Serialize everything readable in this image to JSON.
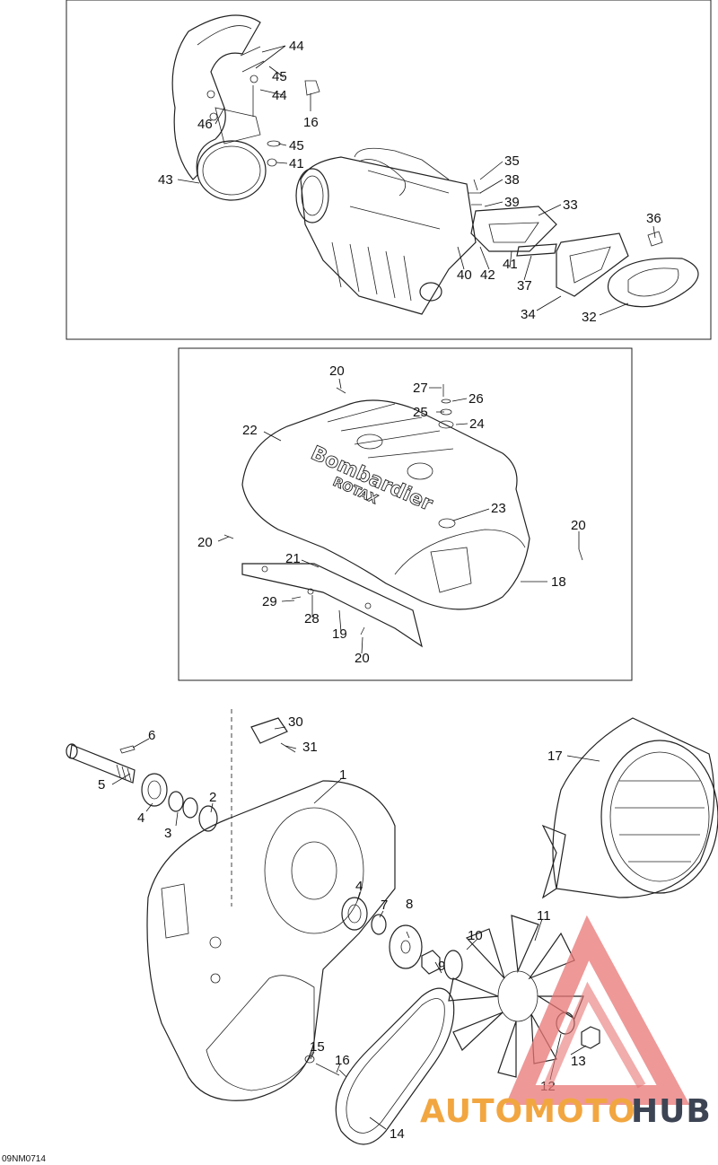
{
  "figure_code": "09NM0714",
  "watermark": {
    "part1": "AUTOMOTO",
    "part2": "HUB"
  },
  "brand": {
    "line1": "Bombardier",
    "line2": "ROTAX"
  },
  "panel_top": {
    "callouts": [
      "44",
      "45",
      "44",
      "46",
      "16",
      "45",
      "41",
      "43",
      "35",
      "38",
      "39",
      "33",
      "36",
      "40",
      "42",
      "41",
      "37",
      "34",
      "32"
    ]
  },
  "panel_middle": {
    "callouts": [
      "20",
      "27",
      "26",
      "25",
      "24",
      "22",
      "23",
      "20",
      "20",
      "21",
      "18",
      "29",
      "28",
      "19",
      "20"
    ]
  },
  "panel_bottom": {
    "callouts": [
      "30",
      "6",
      "31",
      "1",
      "5",
      "4",
      "2",
      "3",
      "17",
      "4",
      "7",
      "8",
      "11",
      "10",
      "9",
      "15",
      "16",
      "13",
      "12",
      "14"
    ]
  }
}
